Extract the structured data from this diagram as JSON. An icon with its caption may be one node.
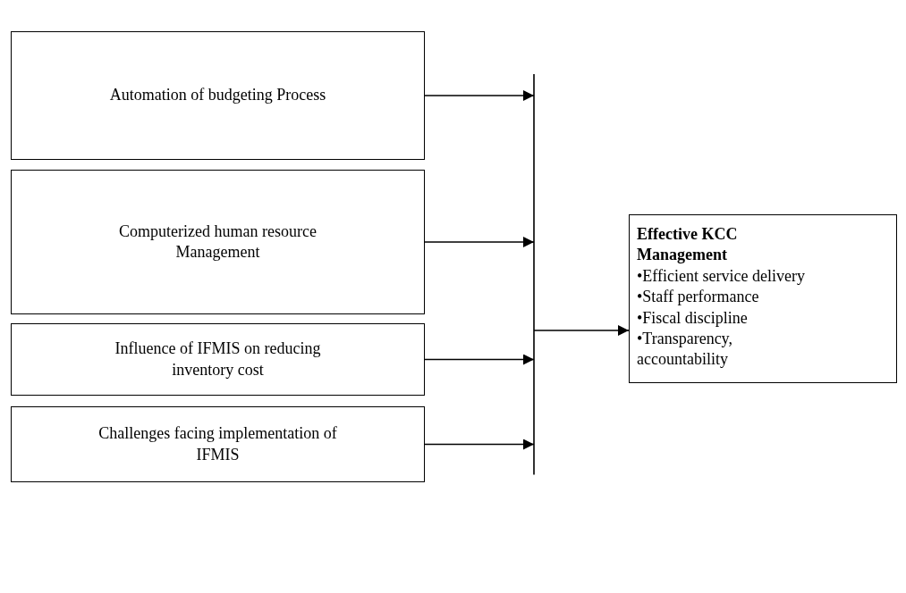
{
  "diagram": {
    "nodes": [
      {
        "text": [
          "Automation of budgeting Process"
        ]
      },
      {
        "text": [
          "Computerized human resource Management"
        ]
      },
      {
        "text": [
          "Influence of IFMIS on reducing inventory cost"
        ]
      },
      {
        "text": [
          "Challenges facing implementation of IFMIS"
        ]
      },
      {
        "text": [
          "Effective KCC Management",
          "•Efficient service delivery",
          "•Staff performance",
          "•Fiscal discipline",
          "•Transparency, accountability"
        ]
      }
    ],
    "edges": [
      {
        "from": 0,
        "to": 4,
        "arrow": "to"
      },
      {
        "from": 1,
        "to": 4,
        "arrow": "to"
      },
      {
        "from": 2,
        "to": 4,
        "arrow": "to"
      },
      {
        "from": 3,
        "to": 4,
        "arrow": "to"
      }
    ]
  }
}
